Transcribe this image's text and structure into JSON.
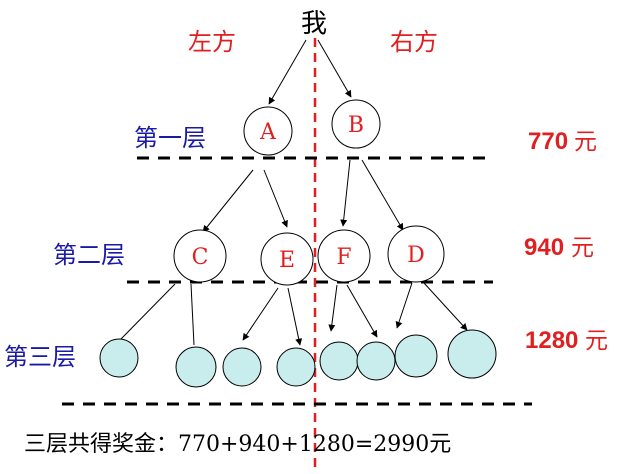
{
  "diagram": {
    "root_label": "我",
    "left_label": "左方",
    "right_label": "右方",
    "levels": [
      {
        "label": "第一层",
        "prize_amount": "770",
        "prize_unit": "元"
      },
      {
        "label": "第二层",
        "prize_amount": "940",
        "prize_unit": "元"
      },
      {
        "label": "第三层",
        "prize_amount": "1280",
        "prize_unit": "元"
      }
    ],
    "nodes": {
      "A": "A",
      "B": "B",
      "C": "C",
      "E": "E",
      "F": "F",
      "D": "D"
    },
    "summary": "三层共得奖金：770+940+1280=2990元"
  },
  "colors": {
    "accent_red": "#e02020",
    "level_blue": "#1a1aa6",
    "leaf_fill": "#c9ecec",
    "line": "#000000",
    "center_dash": "#e02020"
  }
}
